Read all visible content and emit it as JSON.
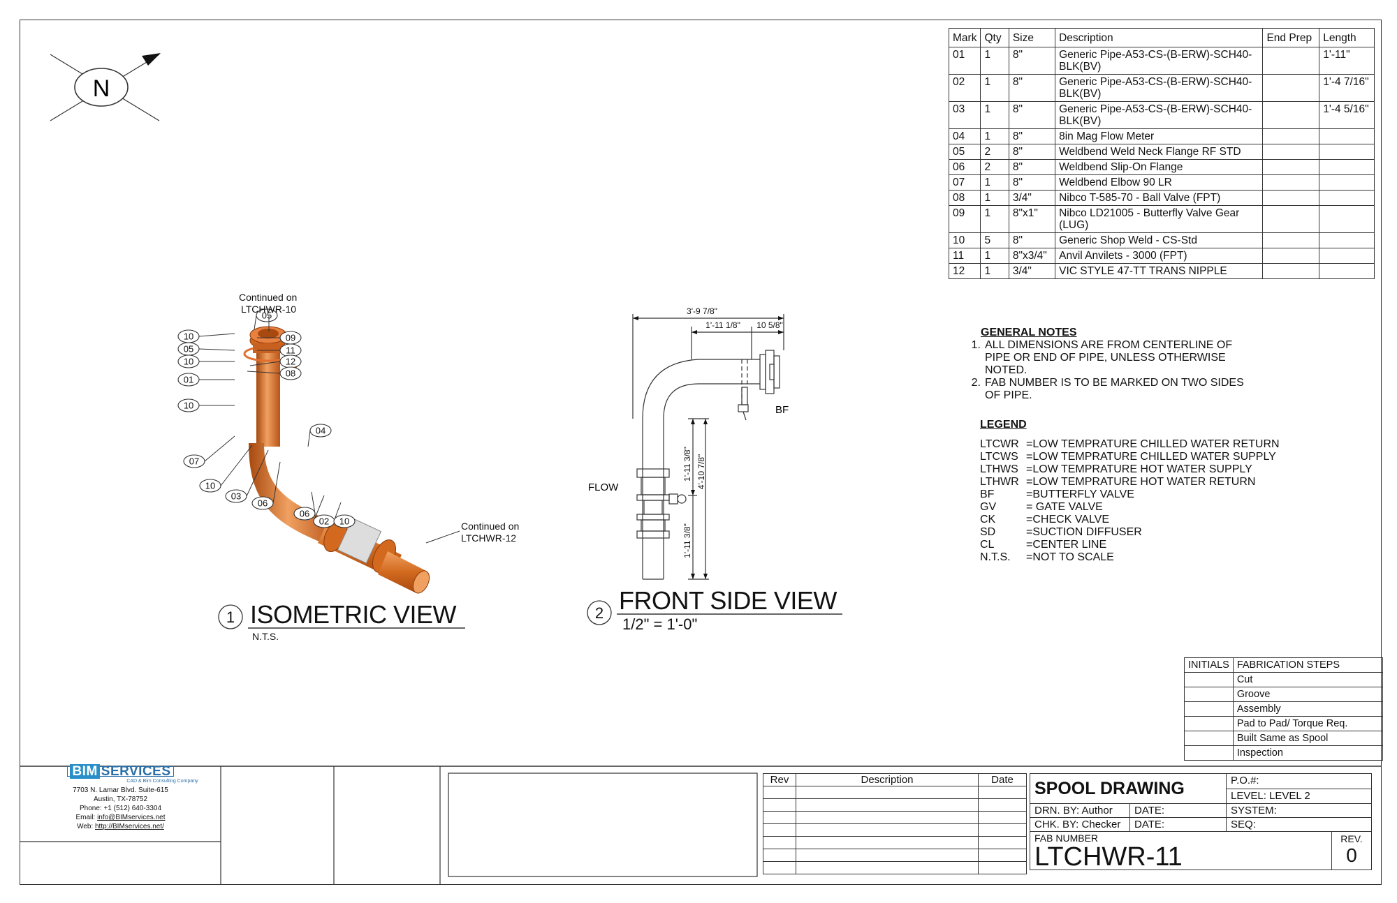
{
  "compass": {
    "label": "N"
  },
  "bom": {
    "headers": [
      "Mark",
      "Qty",
      "Size",
      "Description",
      "End Prep",
      "Length"
    ],
    "rows": [
      {
        "mark": "01",
        "qty": "1",
        "size": "8\"",
        "description": "Generic Pipe-A53-CS-(B-ERW)-SCH40-BLK(BV)",
        "end_prep": "",
        "length": "1'-11\""
      },
      {
        "mark": "02",
        "qty": "1",
        "size": "8\"",
        "description": "Generic Pipe-A53-CS-(B-ERW)-SCH40-BLK(BV)",
        "end_prep": "",
        "length": "1'-4 7/16\""
      },
      {
        "mark": "03",
        "qty": "1",
        "size": "8\"",
        "description": "Generic Pipe-A53-CS-(B-ERW)-SCH40-BLK(BV)",
        "end_prep": "",
        "length": "1'-4 5/16\""
      },
      {
        "mark": "04",
        "qty": "1",
        "size": "8\"",
        "description": "8in Mag Flow Meter",
        "end_prep": "",
        "length": ""
      },
      {
        "mark": "05",
        "qty": "2",
        "size": "8\"",
        "description": "Weldbend Weld Neck Flange RF STD",
        "end_prep": "",
        "length": ""
      },
      {
        "mark": "06",
        "qty": "2",
        "size": "8\"",
        "description": "Weldbend Slip-On Flange",
        "end_prep": "",
        "length": ""
      },
      {
        "mark": "07",
        "qty": "1",
        "size": "8\"",
        "description": "Weldbend Elbow 90 LR",
        "end_prep": "",
        "length": ""
      },
      {
        "mark": "08",
        "qty": "1",
        "size": "3/4\"",
        "description": "Nibco T-585-70 - Ball Valve (FPT)",
        "end_prep": "",
        "length": ""
      },
      {
        "mark": "09",
        "qty": "1",
        "size": "8\"x1\"",
        "description": "Nibco LD21005 - Butterfly Valve Gear (LUG)",
        "end_prep": "",
        "length": ""
      },
      {
        "mark": "10",
        "qty": "5",
        "size": "8\"",
        "description": "Generic Shop Weld - CS-Std",
        "end_prep": "",
        "length": ""
      },
      {
        "mark": "11",
        "qty": "1",
        "size": "8\"x3/4\"",
        "description": "Anvil Anvilets - 3000 (FPT)",
        "end_prep": "",
        "length": ""
      },
      {
        "mark": "12",
        "qty": "1",
        "size": "3/4\"",
        "description": "VIC STYLE 47-TT TRANS NIPPLE",
        "end_prep": "",
        "length": ""
      }
    ]
  },
  "general_notes": {
    "title": "GENERAL NOTES",
    "items": [
      "ALL DIMENSIONS ARE FROM CENTERLINE OF PIPE OR END OF PIPE, UNLESS OTHERWISE NOTED.",
      "FAB NUMBER IS TO BE MARKED ON TWO SIDES OF PIPE."
    ]
  },
  "legend": {
    "title": "LEGEND",
    "items": [
      {
        "key": "LTCWR",
        "value": "=LOW TEMPRATURE CHILLED WATER RETURN"
      },
      {
        "key": "LTCWS",
        "value": "=LOW TEMPRATURE CHILLED WATER SUPPLY"
      },
      {
        "key": "LTHWS",
        "value": "=LOW TEMPRATURE HOT WATER SUPPLY"
      },
      {
        "key": "LTHWR",
        "value": "=LOW TEMPRATURE HOT WATER RETURN"
      },
      {
        "key": "BF",
        "value": "=BUTTERFLY VALVE"
      },
      {
        "key": "GV",
        "value": "= GATE VALVE"
      },
      {
        "key": "CK",
        "value": "=CHECK VALVE"
      },
      {
        "key": "SD",
        "value": "=SUCTION DIFFUSER"
      },
      {
        "key": "CL",
        "value": "=CENTER LINE"
      },
      {
        "key": "N.T.S.",
        "value": "=NOT TO SCALE"
      }
    ]
  },
  "isometric": {
    "continued_top": [
      "Continued on",
      "LTCHWR-10"
    ],
    "continued_bottom": [
      "Continued on",
      "LTCHWR-12"
    ],
    "view_number": "1",
    "view_title": "ISOMETRIC VIEW",
    "scale": "N.T.S.",
    "callouts": [
      "10",
      "05",
      "10",
      "01",
      "10",
      "05",
      "09",
      "11",
      "12",
      "08",
      "04",
      "07",
      "10",
      "03",
      "06",
      "06",
      "02",
      "10"
    ]
  },
  "front_view": {
    "view_number": "2",
    "view_title": "FRONT SIDE VIEW",
    "scale": "1/2\" = 1'-0\"",
    "dim_overall": "3'-9 7/8\"",
    "dim_upper": "1'-11 1/8\"",
    "dim_flange": "10 5/8\"",
    "dim_vert_upper": "1'-11 3/8\"",
    "dim_vert_total": "4'-10 7/8\"",
    "dim_vert_lower": "1'-11 3/8\"",
    "label_flow": "FLOW",
    "label_bf": "BF"
  },
  "fabrication": {
    "headers": [
      "INITIALS",
      "FABRICATION STEPS"
    ],
    "steps": [
      "Cut",
      "Groove",
      "Assembly",
      "Pad to Pad/ Torque Req.",
      "Built Same as Spool",
      "Inspection"
    ]
  },
  "company": {
    "logo_bim": "BIM",
    "logo_services": "SERVICES",
    "tagline": "CAD & Bim Consulting Company",
    "address1": "7703 N. Lamar Blvd. Suite-615",
    "address2": "Austin, TX-78752",
    "phone": "Phone: +1 (512) 640-3304",
    "email_label": "Email: ",
    "email": "info@BIMservices.net",
    "web_label": "Web: ",
    "web": "http://BIMservices.net/"
  },
  "revision_table": {
    "headers": [
      "Rev",
      "Description",
      "Date"
    ]
  },
  "title_block": {
    "title": "SPOOL DRAWING",
    "po": "P.O.#:",
    "level": "LEVEL: LEVEL 2",
    "drn_by": "DRN. BY:  Author",
    "date1": "DATE:",
    "system": "SYSTEM:",
    "chk_by": "CHK. BY:  Checker",
    "date2": "DATE:",
    "seq": "SEQ:",
    "fab_label": "FAB NUMBER",
    "fab_number": "LTCHWR-11",
    "rev_label": "REV.",
    "rev": "0"
  },
  "colors": {
    "pipe": "#d2691e",
    "pipe_dark": "#a8490f",
    "pipe_light": "#f0a060",
    "line": "#333333",
    "logo": "#2a6fa8"
  }
}
